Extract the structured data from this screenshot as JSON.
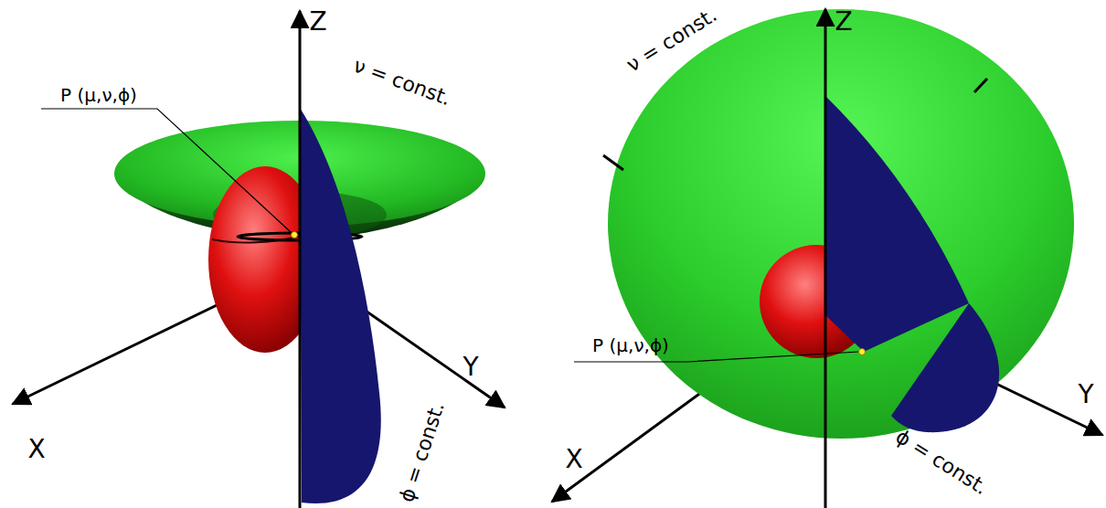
{
  "diagram": {
    "labels": [
      "P (μ,ν,ϕ)",
      "Z",
      "ν = const.",
      "X",
      "Y",
      "ϕ = const.",
      "Z",
      "ν = const.",
      "P (μ,ν,ϕ)",
      "X",
      "Y",
      "ϕ = const."
    ]
  }
}
